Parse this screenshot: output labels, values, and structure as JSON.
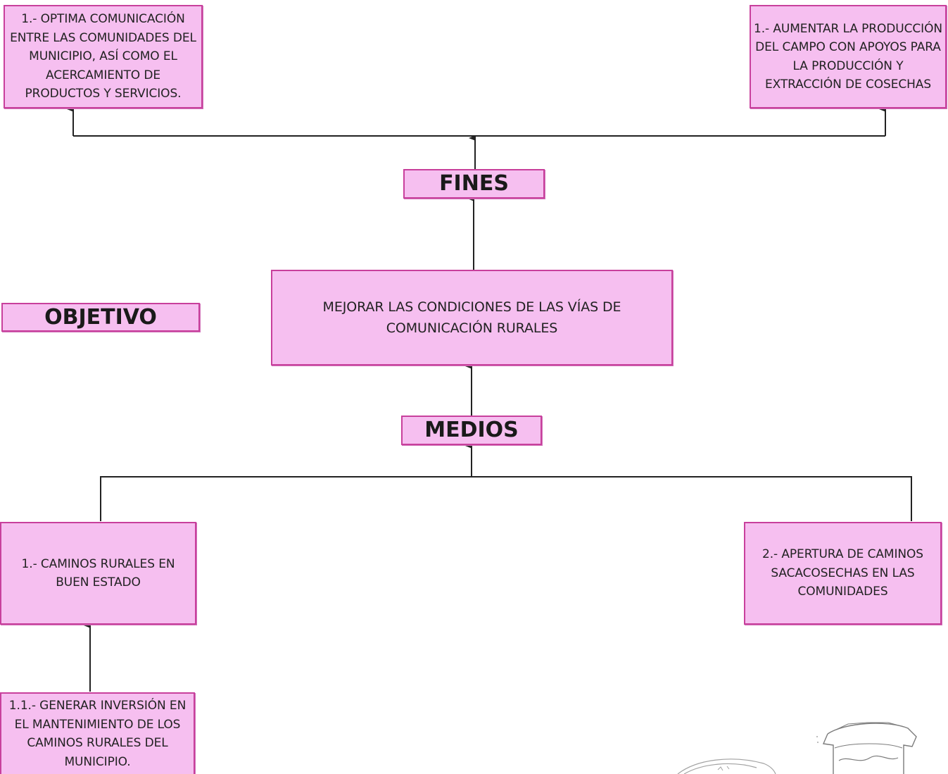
{
  "labels": {
    "fines": "FINES",
    "objetivo": "OBJETIVO",
    "medios": "MEDIOS"
  },
  "fines_boxes": [
    "1.- OPTIMA COMUNICACIÓN ENTRE LAS COMUNIDADES DEL MUNICIPIO, ASÍ COMO EL ACERCAMIENTO DE PRODUCTOS Y SERVICIOS.",
    "1.- AUMENTAR LA PRODUCCIÓN DEL CAMPO CON APOYOS PARA LA PRODUCCIÓN Y EXTRACCIÓN DE COSECHAS"
  ],
  "objetivo_box": "MEJORAR LAS CONDICIONES DE LAS VÍAS DE COMUNICACIÓN RURALES",
  "medios_boxes": [
    "1.- CAMINOS RURALES EN BUEN ESTADO",
    "2.- APERTURA DE CAMINOS SACACOSECHAS EN LAS COMUNIDADES"
  ],
  "sub_medios_boxes": [
    "1.1.- GENERAR INVERSIÓN EN EL MANTENIMIENTO DE LOS CAMINOS RURALES DEL MUNICIPIO."
  ],
  "colors": {
    "box_fill": "#f6bff0",
    "box_border": "#c8409c",
    "line": "#222222"
  }
}
